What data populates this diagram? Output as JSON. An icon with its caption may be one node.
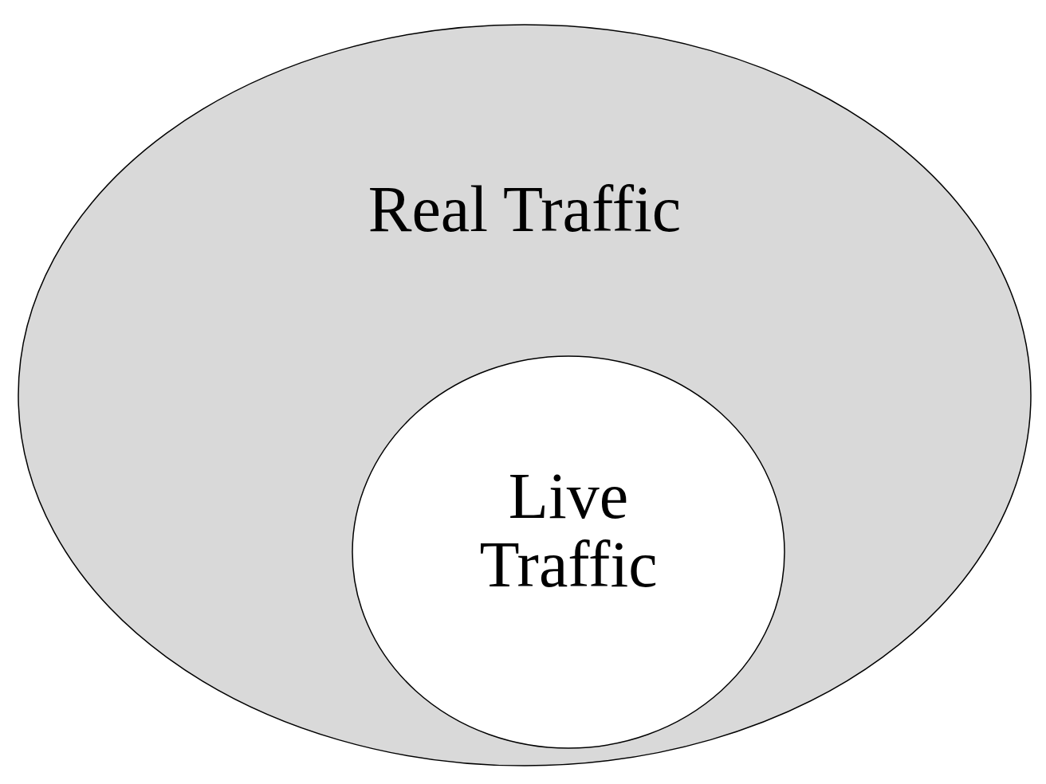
{
  "diagram": {
    "nodes": [
      {
        "text": [
          "Real Traffic"
        ]
      },
      {
        "text": [
          "Live Traffic"
        ],
        "in": 0
      }
    ],
    "edges": []
  }
}
